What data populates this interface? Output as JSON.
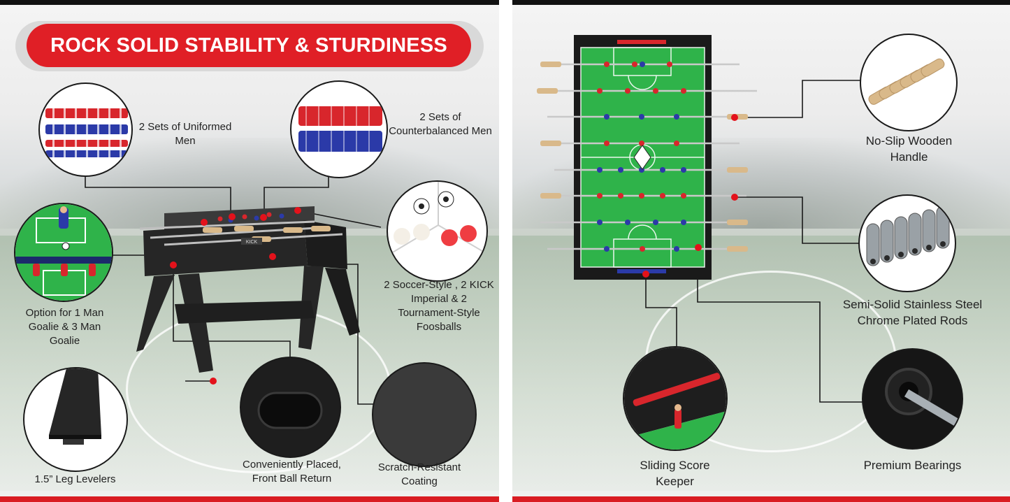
{
  "left_panel": {
    "title": "ROCK SOLID STABILITY & STURDINESS",
    "features": {
      "uniformed_men": "2 Sets of Uniformed Men",
      "counterbalanced_men": "2 Sets of Counterbalanced Men",
      "goalie_option": "Option for 1 Man Goalie & 3 Man Goalie",
      "foosballs": "2 Soccer-Style , 2 KICK Imperial & 2 Tournament-Style Foosballs",
      "leg_levelers": "1.5” Leg Levelers",
      "ball_return": "Conveniently Placed, Front Ball Return",
      "coating": "Scratch-Resistant Coating"
    },
    "table_brand": "KICK"
  },
  "right_panel": {
    "features": {
      "handle": "No-Slip Wooden Handle",
      "rods": "Semi-Solid Stainless Steel Chrome Plated Rods",
      "score_keeper": "Sliding Score Keeper",
      "bearings": "Premium Bearings"
    }
  },
  "colors": {
    "accent_red": "#e01f26",
    "dark": "#1a1a1a",
    "field_green": "#2fb34a",
    "team_red": "#d8262c",
    "team_blue": "#2b3aa8"
  }
}
